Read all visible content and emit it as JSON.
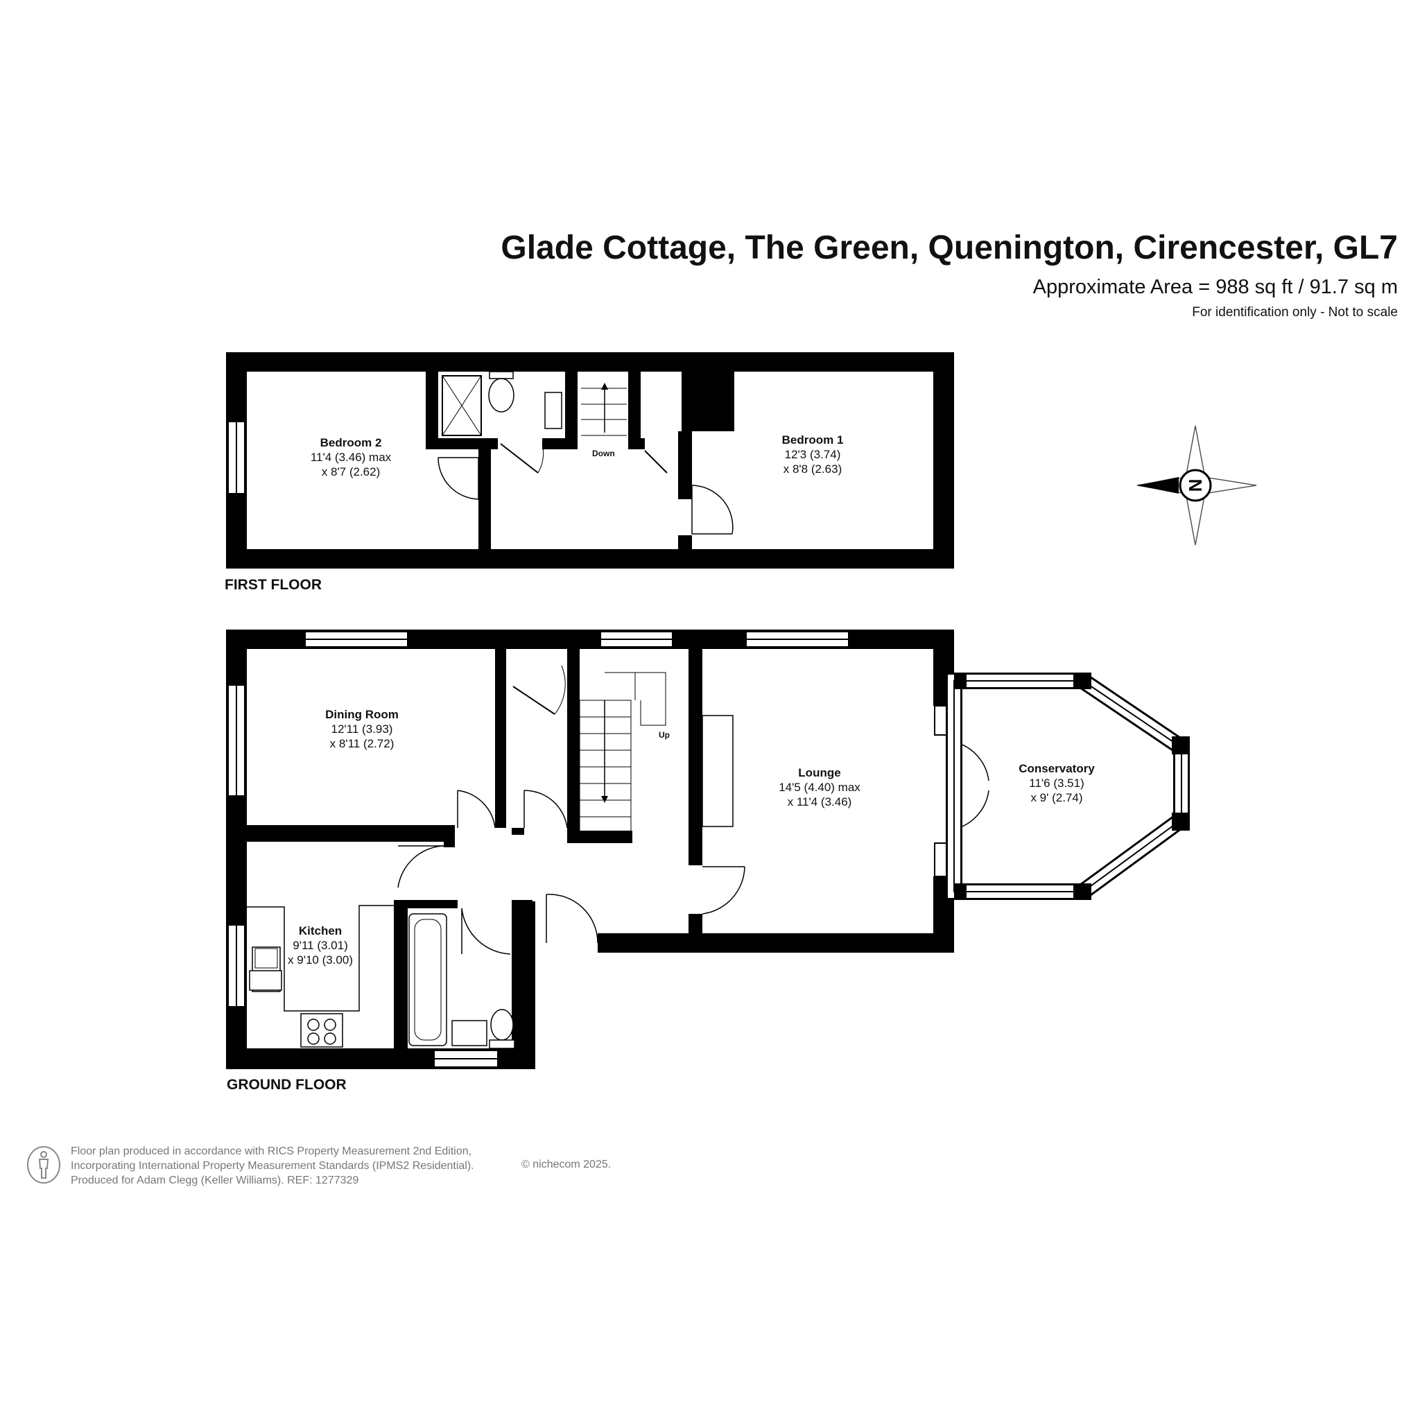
{
  "header": {
    "title": "Glade Cottage, The Green, Quenington, Cirencester, GL7",
    "area": "Approximate Area = 988 sq ft / 91.7 sq m",
    "note": "For identification only - Not to scale"
  },
  "floors": {
    "first": "FIRST FLOOR",
    "ground": "GROUND FLOOR"
  },
  "rooms": {
    "bedroom2": {
      "name": "Bedroom 2",
      "dim1": "11'4 (3.46) max",
      "dim2": "x 8'7 (2.62)"
    },
    "bedroom1": {
      "name": "Bedroom 1",
      "dim1": "12'3 (3.74)",
      "dim2": "x 8'8 (2.63)"
    },
    "dining": {
      "name": "Dining Room",
      "dim1": "12'11 (3.93)",
      "dim2": "x 8'11 (2.72)"
    },
    "lounge": {
      "name": "Lounge",
      "dim1": "14'5 (4.40) max",
      "dim2": "x 11'4 (3.46)"
    },
    "conservatory": {
      "name": "Conservatory",
      "dim1": "11'6 (3.51)",
      "dim2": "x 9' (2.74)"
    },
    "kitchen": {
      "name": "Kitchen",
      "dim1": "9'11 (3.01)",
      "dim2": "x 9'10 (3.00)"
    }
  },
  "stairs": {
    "down": "Down",
    "up": "Up"
  },
  "compass": {
    "letter": "N",
    "icon": "compass-icon"
  },
  "footer": {
    "line1": "Floor plan produced in accordance with RICS Property Measurement 2nd Edition,",
    "line2": "Incorporating International Property Measurement Standards (IPMS2 Residential).",
    "line3": "Produced for Adam Clegg (Keller Williams).   REF: 1277329",
    "copyright": "© nichecom 2025.",
    "icon": "person-icon"
  },
  "colors": {
    "wall": "#000000",
    "background": "#ffffff",
    "footer_text": "#777777"
  }
}
